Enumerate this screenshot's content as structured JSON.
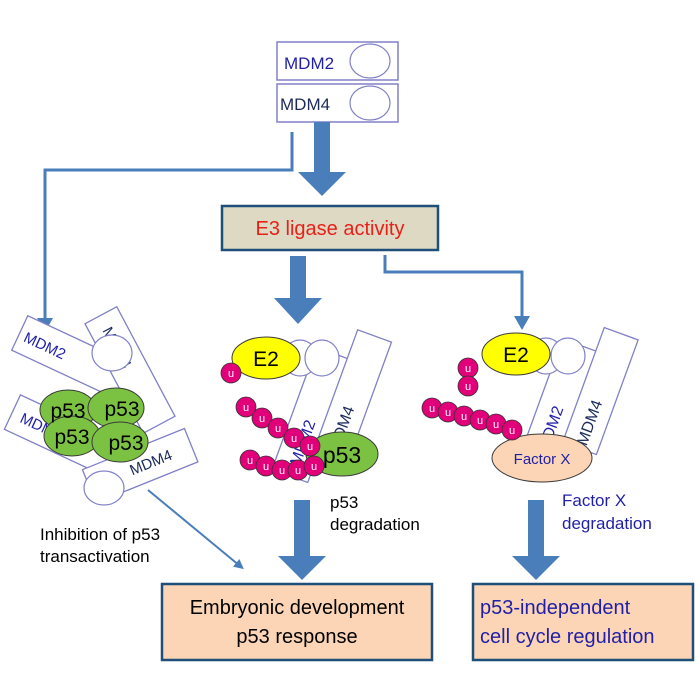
{
  "top": {
    "mdm2": "MDM2",
    "mdm4": "MDM4"
  },
  "center_box": "E3 ligase activity",
  "left_complex": {
    "mdm2_upper": "MDM2",
    "mdm4_upper": "MDM4",
    "mdm2_lower": "MDM2",
    "mdm4_lower": "MDM4",
    "p53_labels": [
      "p53",
      "p53",
      "p53",
      "p53"
    ]
  },
  "middle_complex": {
    "e2": "E2",
    "mdm2": "MDM2",
    "mdm4": "MDM4",
    "p53": "p53",
    "ubiquitin": "u"
  },
  "right_complex": {
    "e2": "E2",
    "mdm2": "MDM2",
    "mdm4": "MDM4",
    "factor": "Factor X",
    "ubiquitin": "u"
  },
  "labels": {
    "inhibition_line1": "Inhibition of p53",
    "inhibition_line2": "transactivation",
    "p53_deg_line1": "p53",
    "p53_deg_line2": "degradation",
    "fx_deg_line1": "Factor X",
    "fx_deg_line2": "degradation"
  },
  "outcome_left": {
    "line1": "Embryonic development",
    "line2": "p53 response"
  },
  "outcome_right": {
    "line1": "p53-independent",
    "line2": "cell cycle regulation"
  },
  "colors": {
    "arrow": "#4a7ebb",
    "mdm_text": "#1f1fa8",
    "mdm_border": "#8080c8",
    "e3_text": "#e8201a",
    "e3_fill": "#ddd9c3",
    "e3_border": "#1f4e79",
    "outcome_fill": "#fbd5b5",
    "outcome_border": "#1f4e79",
    "e2_fill": "#ffff00",
    "p53_fill": "#7cc242",
    "ub_fill": "#e2007a",
    "factor_fill": "#fbd5b5",
    "blue_label": "#1f1fa8"
  }
}
